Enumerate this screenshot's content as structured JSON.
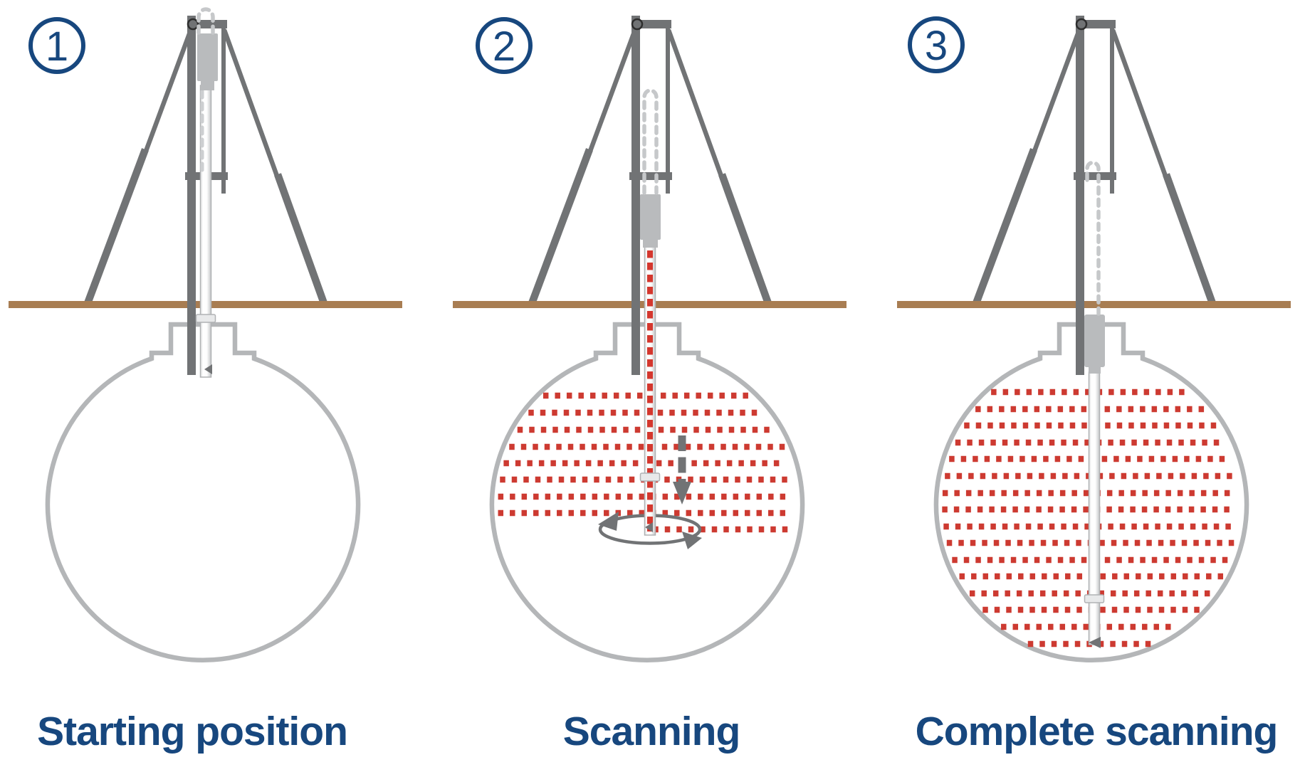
{
  "panels": [
    {
      "number": "1",
      "label": "Starting position",
      "stage": "starting-position"
    },
    {
      "number": "2",
      "label": "Scanning",
      "stage": "scanning"
    },
    {
      "number": "3",
      "label": "Complete scanning",
      "stage": "complete-scanning"
    }
  ],
  "colors": {
    "accent_blue": "#17477E",
    "scan_red": "#CD3A31",
    "cable_red": "#D4372E",
    "ground_brown": "#A87D52",
    "structure_gray": "#717375",
    "equipment_light_gray": "#B9BBBD",
    "tank_outline_gray": "#B4B6B8",
    "cable_dash_gray": "#C6C8CA",
    "inner_dash_gray": "#CDCFD1",
    "pulley_dark": "#2E2E2E"
  }
}
